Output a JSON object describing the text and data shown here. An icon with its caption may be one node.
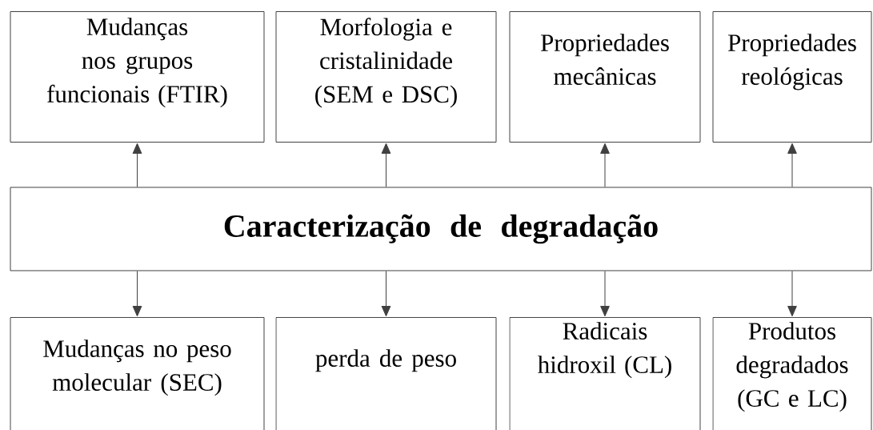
{
  "diagram": {
    "nodes": [
      {
        "text": [
          "Mudanças nos grupos funcionais (FTIR)"
        ]
      },
      {
        "text": [
          "Morfologia e cristalinidade (SEM e DSC)"
        ]
      },
      {
        "text": [
          "Propriedades mecânicas"
        ]
      },
      {
        "text": [
          "Propriedades reológicas"
        ]
      },
      {
        "text": [
          "Caracterização de degradação"
        ]
      },
      {
        "text": [
          "Mudanças no peso molecular (SEC)"
        ]
      },
      {
        "text": [
          "perda de peso"
        ]
      },
      {
        "text": [
          "Radicais hidroxil (CL)"
        ]
      },
      {
        "text": [
          "Produtos degradados (GC e LC)"
        ]
      }
    ],
    "edges": [
      {
        "from": 4,
        "to": 0,
        "arrow": "to"
      },
      {
        "from": 4,
        "to": 1,
        "arrow": "to"
      },
      {
        "from": 4,
        "to": 2,
        "arrow": "to"
      },
      {
        "from": 4,
        "to": 3,
        "arrow": "to"
      },
      {
        "from": 4,
        "to": 5,
        "arrow": "to"
      },
      {
        "from": 4,
        "to": 6,
        "arrow": "to"
      },
      {
        "from": 4,
        "to": 7,
        "arrow": "to"
      },
      {
        "from": 4,
        "to": 8,
        "arrow": "to"
      }
    ]
  }
}
